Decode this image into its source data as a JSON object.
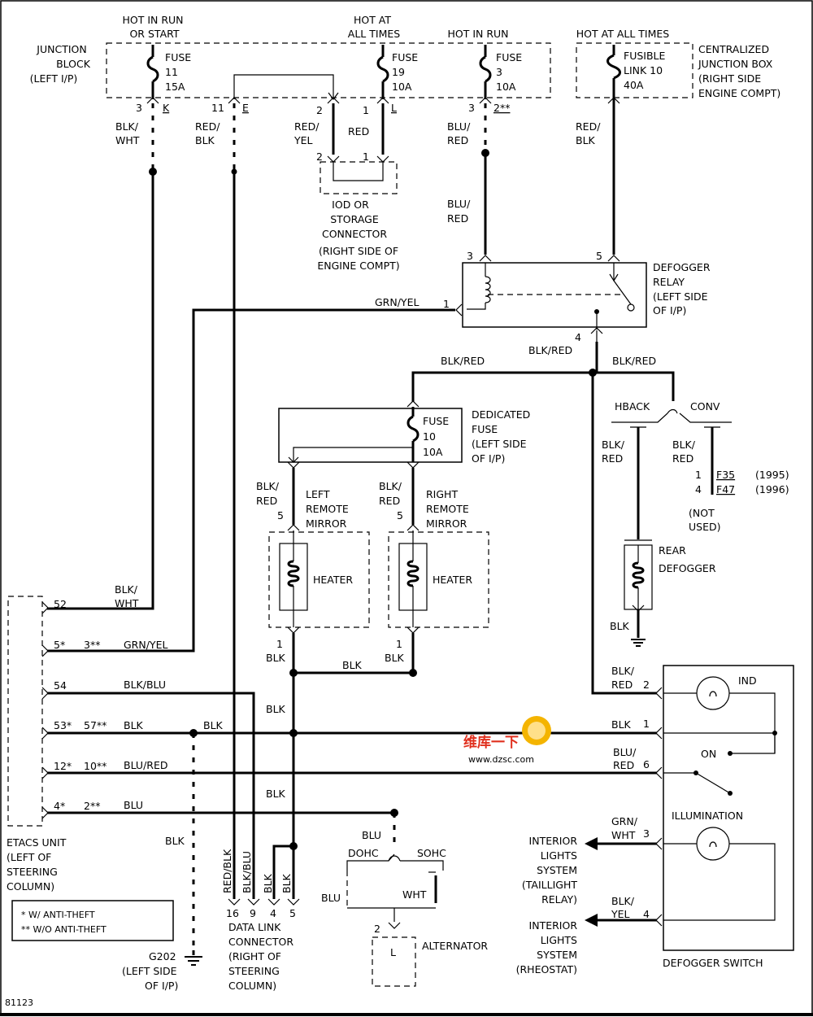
{
  "figure_id": "81123",
  "blocks": {
    "junction_block": [
      "JUNCTION",
      "BLOCK",
      "(LEFT I/P)"
    ],
    "centralized_box": [
      "CENTRALIZED",
      "JUNCTION BOX",
      "(RIGHT SIDE",
      "ENGINE COMPT)"
    ],
    "defogger_relay": [
      "DEFOGGER",
      "RELAY",
      "(LEFT SIDE",
      "OF I/P)"
    ],
    "dedicated_fuse": [
      "DEDICATED",
      "FUSE",
      "(LEFT SIDE",
      "OF I/P)"
    ],
    "iod_connector": [
      "IOD OR",
      "STORAGE",
      "CONNECTOR",
      "(RIGHT SIDE OF",
      "ENGINE COMPT)"
    ],
    "etacs": [
      "ETACS UNIT",
      "(LEFT OF",
      "STEERING",
      "COLUMN)"
    ],
    "data_link": [
      "DATA LINK",
      "CONNECTOR",
      "(RIGHT OF",
      "STEERING",
      "COLUMN)"
    ],
    "ground": [
      "G202",
      "(LEFT SIDE",
      "OF I/P)"
    ],
    "defogger_switch": "DEFOGGER SWITCH",
    "alternator": "ALTERNATOR",
    "rear_defogger": [
      "REAR",
      "DEFOGGER"
    ],
    "left_mirror": [
      "LEFT",
      "REMOTE",
      "MIRROR"
    ],
    "right_mirror": [
      "RIGHT",
      "REMOTE",
      "MIRROR"
    ],
    "heater": "HEATER"
  },
  "headers": {
    "hot_run_start": [
      "HOT IN RUN",
      "OR START"
    ],
    "hot_all_1": [
      "HOT AT",
      "ALL TIMES"
    ],
    "hot_run": "HOT IN RUN",
    "hot_all_2": "HOT AT ALL TIMES"
  },
  "fuses": {
    "f11": [
      "FUSE",
      "11",
      "15A"
    ],
    "f19": [
      "FUSE",
      "19",
      "10A"
    ],
    "f3": [
      "FUSE",
      "3",
      "10A"
    ],
    "fl10": [
      "FUSIBLE",
      "LINK 10",
      "40A"
    ],
    "f10": [
      "FUSE",
      "10",
      "10A"
    ]
  },
  "pins": {
    "p3k": "3",
    "k": "K",
    "p11e": "11",
    "e1": "E",
    "p2": "2",
    "p1": "1",
    "l": "L",
    "p3e": "3",
    "e2": "2**",
    "iod2": "2",
    "iod1": "1",
    "r3": "3",
    "r5": "5",
    "r1": "1",
    "r4": "4",
    "m5a": "5",
    "m5b": "5",
    "m1a": "1",
    "m1b": "1",
    "sw2": "2",
    "sw1": "1",
    "sw6": "6",
    "sw3": "3",
    "sw4": "4",
    "dl16": "16",
    "dl9": "9",
    "dl4": "4",
    "dl5": "5",
    "alt2": "2",
    "alt_l": "L",
    "e52": "52",
    "e5": "5*",
    "e3": "3**",
    "e54": "54",
    "e53": "53*",
    "e57": "57**",
    "e12": "12*",
    "e10": "10**",
    "e4": "4*",
    "conv1": "1",
    "conv4": "4",
    "f35": "F35",
    "f47": "F47",
    "y95": "(1995)",
    "y96": "(1996)"
  },
  "wires": {
    "blk_wht": [
      "BLK/",
      "WHT"
    ],
    "red_blk": [
      "RED/",
      "BLK"
    ],
    "red_yel": [
      "RED/",
      "YEL"
    ],
    "red": "RED",
    "blu_red": [
      "BLU/",
      "RED"
    ],
    "grn_yel": "GRN/YEL",
    "blk_red": "BLK/RED",
    "blk_red2": [
      "BLK/",
      "RED"
    ],
    "blk": "BLK",
    "blk_blu": "BLK/BLU",
    "blu_red_h": "BLU/RED",
    "blu": "BLU",
    "wht": "WHT",
    "grn_wht": [
      "GRN/",
      "WHT"
    ],
    "blk_yel": [
      "BLK/",
      "YEL"
    ],
    "dl_red_blk": "RED/BLK",
    "dl_blk_blu": "BLK/BLU"
  },
  "switch_labels": {
    "ind": "IND",
    "on": "ON",
    "illumination": "ILLUMINATION"
  },
  "options": {
    "hback": "HBACK",
    "conv": "CONV",
    "not_used": [
      "(NOT",
      "USED)"
    ],
    "dohc": "DOHC",
    "sohc": "SOHC"
  },
  "outputs": {
    "taillight": [
      "INTERIOR",
      "LIGHTS",
      "SYSTEM",
      "(TAILLIGHT",
      "RELAY)"
    ],
    "rheostat": [
      "INTERIOR",
      "LIGHTS",
      "SYSTEM",
      "(RHEOSTAT)"
    ]
  },
  "legend": [
    "* W/ ANTI-THEFT",
    "** W/O ANTI-THEFT"
  ],
  "watermark": {
    "text": "维库一下",
    "url": "www.dzsc.com"
  }
}
